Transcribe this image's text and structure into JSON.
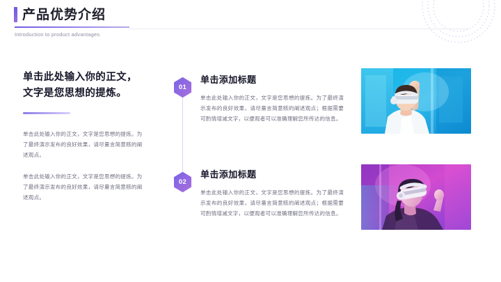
{
  "header": {
    "title": "产品优势介绍",
    "subtitle": "Introduction to product advantages"
  },
  "left_column": {
    "lead": "单击此处输入你的正文，文字是您思想的提炼。",
    "paragraphs": [
      "单击此处输入你的正文，文字是您思想的提炼。为了最终演示发布的良好效果，请尽量言简意赅的阐述观点。",
      "单击此处输入你的正文，文字是您思想的提炼。为了最终演示发布的良好效果，请尽量言简意赅的阐述观点。"
    ]
  },
  "blocks": [
    {
      "number": "01",
      "title": "单击添加标题",
      "body": "单击此处输入你的正文，文字是您思想的提炼。为了最终演示发布的良好效果，请尽量言简意赅的阐述观点；根据需要可酌情增减文字，以便观者可以准确理解您所传达的信息。"
    },
    {
      "number": "02",
      "title": "单击添加标题",
      "body": "单击此处输入你的正文，文字是您思想的提炼。为了最终演示发布的良好效果，请尽量言简意赅的阐述观点；根据需要可酌情增减文字，以便观者可以准确理解您所传达的信息。"
    }
  ],
  "images": [
    {
      "alt": "woman-wearing-vr-headset-reaching-out",
      "tone": "cyan-blue"
    },
    {
      "alt": "woman-wearing-vr-headset-looking-up",
      "tone": "magenta-purple"
    }
  ],
  "colors": {
    "accent": "#6d5be6",
    "accent_light": "#9b6ce0",
    "title_text": "#17172a",
    "body_text": "#6f6f82",
    "rule": "#e9e9f2"
  }
}
